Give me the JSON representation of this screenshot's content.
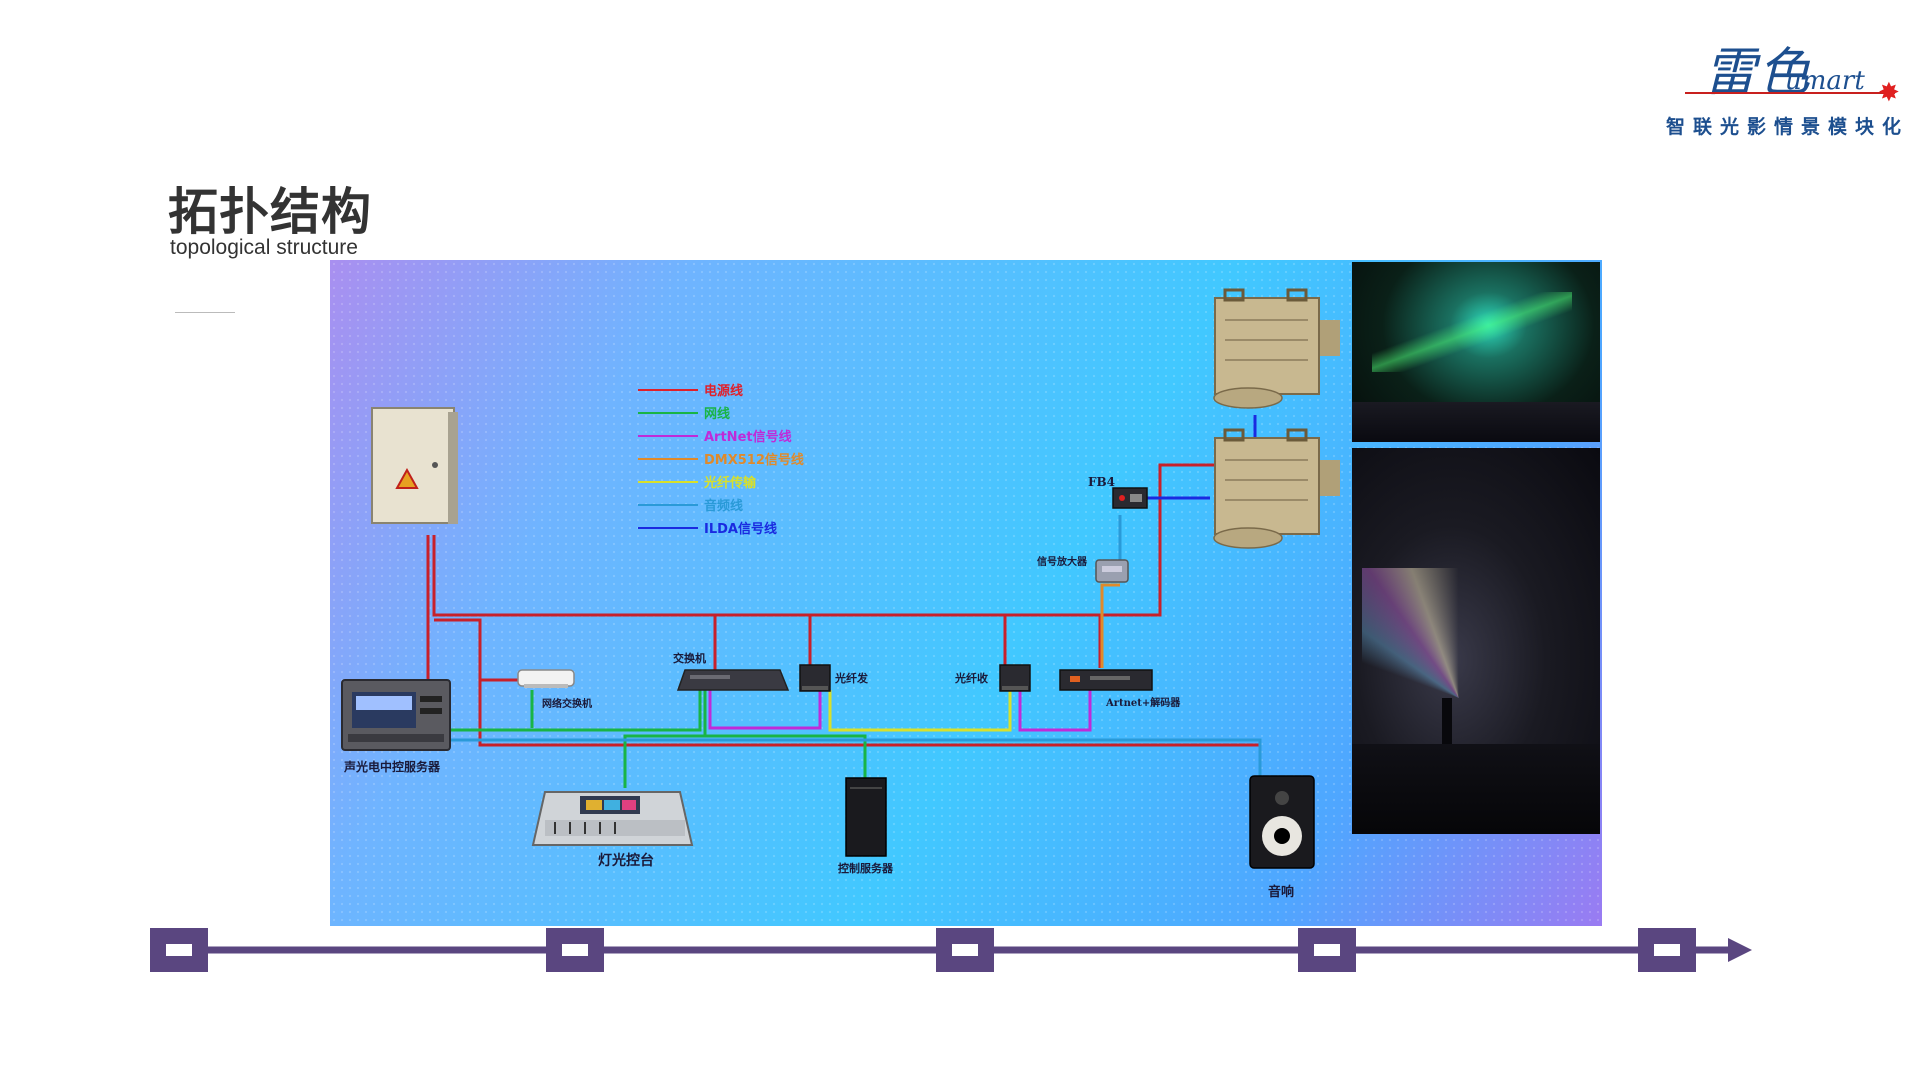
{
  "logo": {
    "mark": "雷色",
    "brand": "umart",
    "tagline": "智联光影情景模块化"
  },
  "heading": {
    "title": "拓扑结构",
    "subtitle": "topological structure"
  },
  "legend": [
    {
      "label": "电源线",
      "color": "#e0202a"
    },
    {
      "label": "网线",
      "color": "#19b445"
    },
    {
      "label": "ArtNet信号线",
      "color": "#c02ad8"
    },
    {
      "label": "DMX512信号线",
      "color": "#e08a2a"
    },
    {
      "label": "光纤传输",
      "color": "#d8e02a"
    },
    {
      "label": "音频线",
      "color": "#2a9ad8"
    },
    {
      "label": "ILDA信号线",
      "color": "#1a2ae0"
    }
  ],
  "devices": {
    "media_server": "声光电中控服务器",
    "network_switch": "网络交换机",
    "switch": "交换机",
    "fiber_tx": "光纤发",
    "fiber_rx": "光纤收",
    "artnet_decoder": "Artnet+解码器",
    "amplifier": "信号放大器",
    "fb4": "FB4",
    "lighting_console": "灯光控台",
    "control_server": "控制服务器",
    "speaker": "音响"
  },
  "timeline": {
    "color": "#5a4680",
    "node_count": 5
  }
}
